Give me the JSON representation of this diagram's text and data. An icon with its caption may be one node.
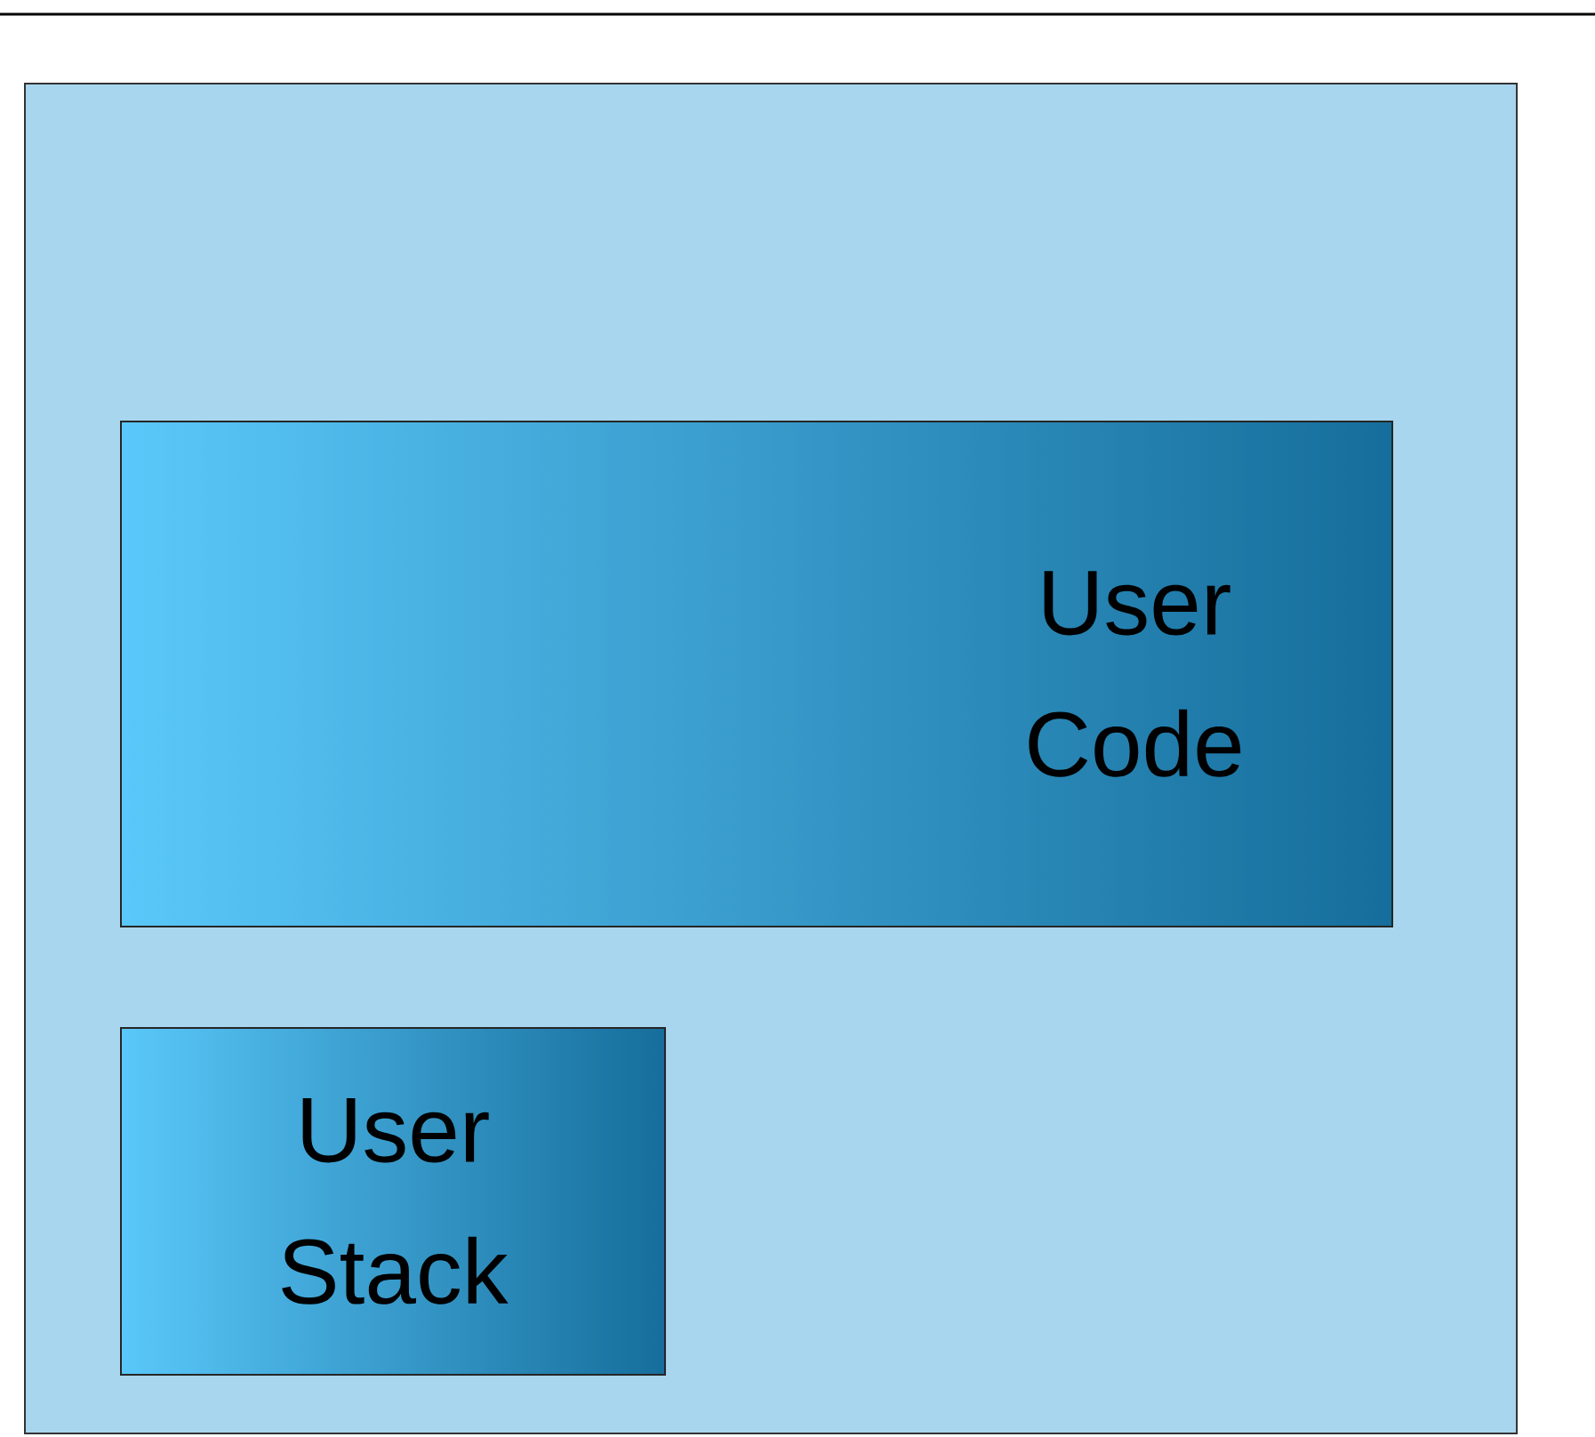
{
  "diagram": {
    "nodes": [
      {
        "text": [],
        "shape": "box"
      },
      {
        "text": [
          "User Code"
        ],
        "in": 0
      },
      {
        "text": [
          "User Stack"
        ],
        "in": 0
      }
    ]
  }
}
